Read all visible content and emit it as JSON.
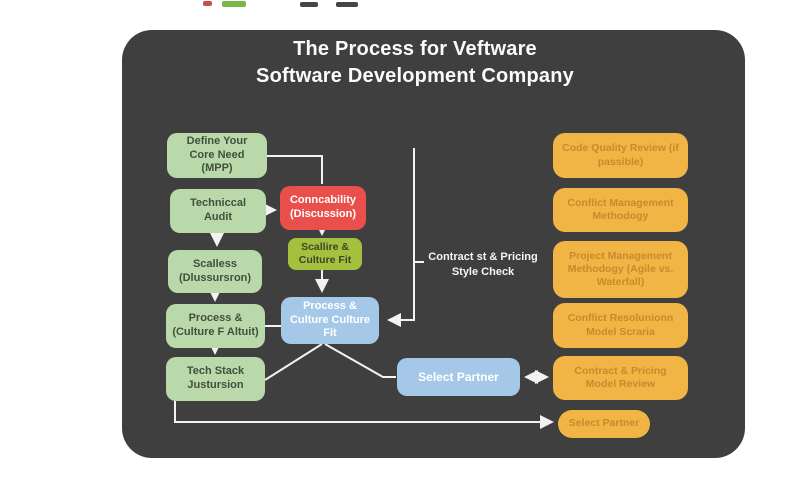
{
  "title": {
    "line1": "The Process for Veftware",
    "line2": "Software Development Company"
  },
  "nodes": {
    "define": {
      "label": "Define Your Core Need (MPP)"
    },
    "audit": {
      "label": "Techniccal Audit"
    },
    "scalless": {
      "label": "Scalless (Dlussursron)"
    },
    "process_culture": {
      "label": "Process & (Culture F Altuit)"
    },
    "tech_stack": {
      "label": "Tech Stack Justursion"
    },
    "conncability": {
      "label": "Conncability (Discussion)"
    },
    "scallire": {
      "label": "Scallire & Culture Fit"
    },
    "process_culture_fit": {
      "label": "Process & Culture Culture Fit"
    },
    "select_partner_mid": {
      "label": "Select Partner"
    },
    "code_quality": {
      "label": "Code Quality Review (if passible)"
    },
    "conflict_mgmt": {
      "label": "Conflict Management Methodogy"
    },
    "project_mgmt": {
      "label": "Project Management Methodogy (Agile vs. Waterfall)"
    },
    "conflict_res": {
      "label": "Conflict Resolunionn Model Scraria"
    },
    "contract_pricing": {
      "label": "Contract & Pricing Model Review"
    },
    "select_partner_end": {
      "label": "Select Partner"
    }
  },
  "annotations": {
    "contract_check": "Contract st & Pricing Style Check"
  },
  "colors": {
    "panel": "#3f3f3f",
    "green_node": "#b9d9ab",
    "red_node": "#e9504c",
    "olive_node": "#a3c13e",
    "blue_node": "#a6c8e8",
    "yellow_node": "#f0b544",
    "yellow_text": "#c9892c",
    "connector": "#f2f2f2",
    "title_text": "#fbfbfb"
  }
}
